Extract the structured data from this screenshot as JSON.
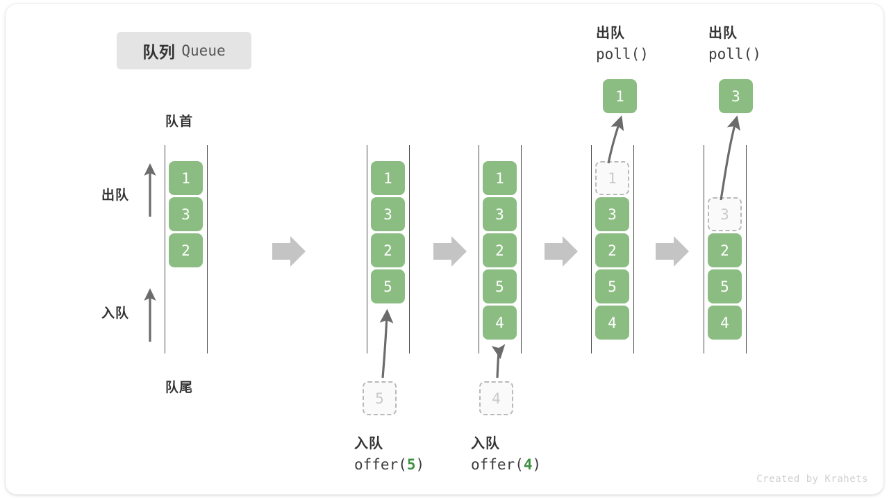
{
  "title": {
    "cn": "队列",
    "en": "Queue"
  },
  "labels": {
    "head": "队首",
    "tail": "队尾",
    "dequeue": "出队",
    "enqueue": "入队"
  },
  "watermark": "Created by Krahets",
  "colors": {
    "cell_fill": "#8bbd82",
    "cell_text": "#ffffff",
    "ghost_fill": "#fafafa",
    "ghost_border": "#b9b9b9",
    "ghost_text": "#c9c9c9",
    "rail": "#4a4a4a",
    "step_arrow": "#c4c4c4",
    "curve_arrow": "#6b6b6b",
    "badge_bg": "#e4e4e4",
    "text_dark": "#333333",
    "accent_green": "#3f9142",
    "watermark": "#cfcfcf"
  },
  "panels": [
    {
      "name": "initial-queue",
      "cells": [
        {
          "value": "1",
          "state": "full"
        },
        {
          "value": "3",
          "state": "full"
        },
        {
          "value": "2",
          "state": "full"
        }
      ]
    },
    {
      "name": "after-offer-5",
      "cells": [
        {
          "value": "1",
          "state": "full"
        },
        {
          "value": "3",
          "state": "full"
        },
        {
          "value": "2",
          "state": "full"
        },
        {
          "value": "5",
          "state": "full"
        }
      ],
      "incoming": {
        "value": "5",
        "state": "ghost"
      },
      "caption": {
        "cn": "入队",
        "code_prefix": "offer(",
        "arg": "5",
        "code_suffix": ")"
      }
    },
    {
      "name": "after-offer-4",
      "cells": [
        {
          "value": "1",
          "state": "full"
        },
        {
          "value": "3",
          "state": "full"
        },
        {
          "value": "2",
          "state": "full"
        },
        {
          "value": "5",
          "state": "full"
        },
        {
          "value": "4",
          "state": "full"
        }
      ],
      "incoming": {
        "value": "4",
        "state": "ghost"
      },
      "caption": {
        "cn": "入队",
        "code_prefix": "offer(",
        "arg": "4",
        "code_suffix": ")"
      }
    },
    {
      "name": "after-poll-1",
      "cells": [
        {
          "value": "1",
          "state": "ghost"
        },
        {
          "value": "3",
          "state": "full"
        },
        {
          "value": "2",
          "state": "full"
        },
        {
          "value": "5",
          "state": "full"
        },
        {
          "value": "4",
          "state": "full"
        }
      ],
      "outgoing": {
        "value": "1",
        "state": "popped"
      },
      "caption": {
        "cn": "出队",
        "code_prefix": "poll(",
        "arg": "",
        "code_suffix": ")"
      }
    },
    {
      "name": "after-poll-3",
      "cells": [
        {
          "value": "",
          "state": "empty"
        },
        {
          "value": "3",
          "state": "ghost"
        },
        {
          "value": "2",
          "state": "full"
        },
        {
          "value": "5",
          "state": "full"
        },
        {
          "value": "4",
          "state": "full"
        }
      ],
      "outgoing": {
        "value": "3",
        "state": "popped"
      },
      "caption": {
        "cn": "出队",
        "code_prefix": "poll(",
        "arg": "",
        "code_suffix": ")"
      }
    }
  ]
}
